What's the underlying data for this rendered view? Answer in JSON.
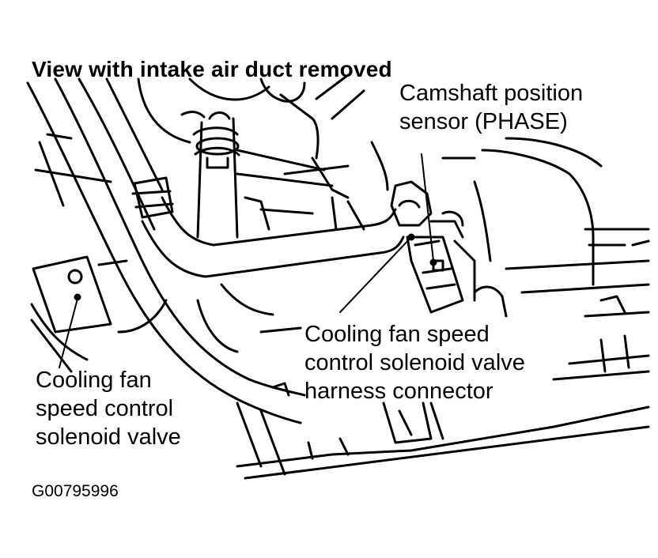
{
  "title": "View with intake air duct removed",
  "callouts": {
    "camshaft_sensor": "Camshaft position\nsensor (PHASE)",
    "harness_connector": "Cooling fan speed\ncontrol solenoid valve\nharness connector",
    "solenoid_valve": "Cooling fan\nspeed control\nsolenoid valve"
  },
  "figure_code": "G00795996",
  "colors": {
    "line": "#000000",
    "background": "#ffffff"
  }
}
